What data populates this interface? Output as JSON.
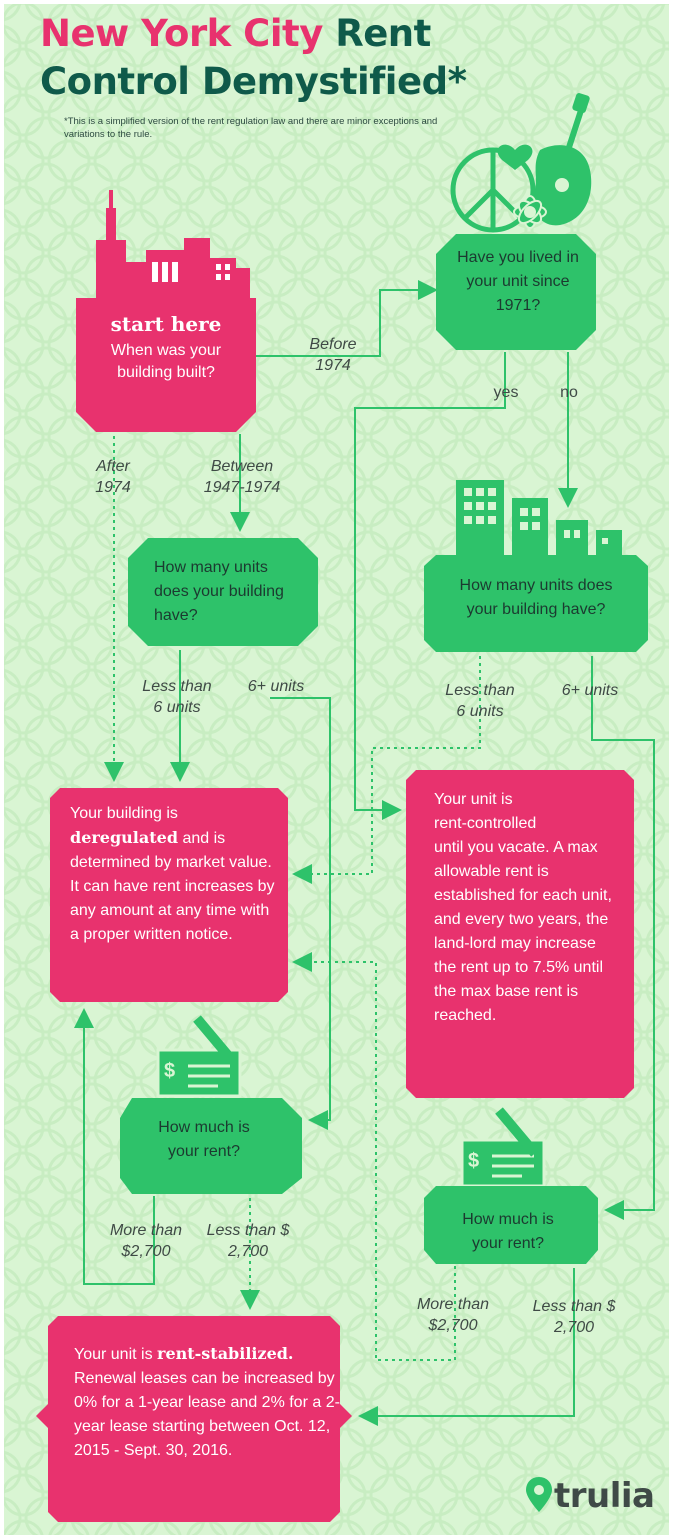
{
  "title": {
    "part1": "New York City",
    "part2": " Rent",
    "line2": "Control Demystified*"
  },
  "footnote": "*This is a simplified version of the rent regulation law and there are minor exceptions and variations to the rule.",
  "start": {
    "heading": "start here",
    "question": "When was your building built?"
  },
  "edges": {
    "before_1974": "Before 1974",
    "after_1974": "After 1974",
    "between": "Between 1947-1974",
    "yes": "yes",
    "no": "no",
    "less_than_6_left": "Less than 6 units",
    "six_plus_left": "6+ units",
    "less_than_6_right": "Less than 6 units",
    "six_plus_right": "6+ units",
    "more_than_left": "More than $2,700",
    "less_than_left": "Less than $ 2,700",
    "more_than_right": "More than $2,700",
    "less_than_right": "Less than $ 2,700"
  },
  "q_lived": "Have you lived in your unit since 1971?",
  "q_units_left": "How many units does your building have?",
  "q_units_right": "How many units does your building have?",
  "q_rent_left": "How much is your rent?",
  "q_rent_right": "How much is your rent?",
  "deregulated": {
    "pre": "Your building is",
    "hl": "deregulated",
    "post": " and is determined by market value. It can have rent increases by any amount at any time with a proper written notice."
  },
  "controlled": {
    "pre": "Your unit is",
    "hl": "rent-controlled",
    "post": "until you vacate. A max allowable rent is established for each unit, and every two years, the land-lord may increase the rent up to 7.5% until the max base rent is reached."
  },
  "stabilized": {
    "pre": "Your unit is ",
    "hl": "rent-stabilized.",
    "post": " Renewal leases can be increased by 0% for a 1-year lease and 2% for a 2-year lease starting between Oct. 12, 2015 - Sept. 30, 2016."
  },
  "brand": "trulia",
  "check_symbol": "$",
  "colors": {
    "bg": "#d9f5d3",
    "pink": "#e8326e",
    "green": "#2ec26a",
    "dark_green": "#0f5a4a"
  }
}
